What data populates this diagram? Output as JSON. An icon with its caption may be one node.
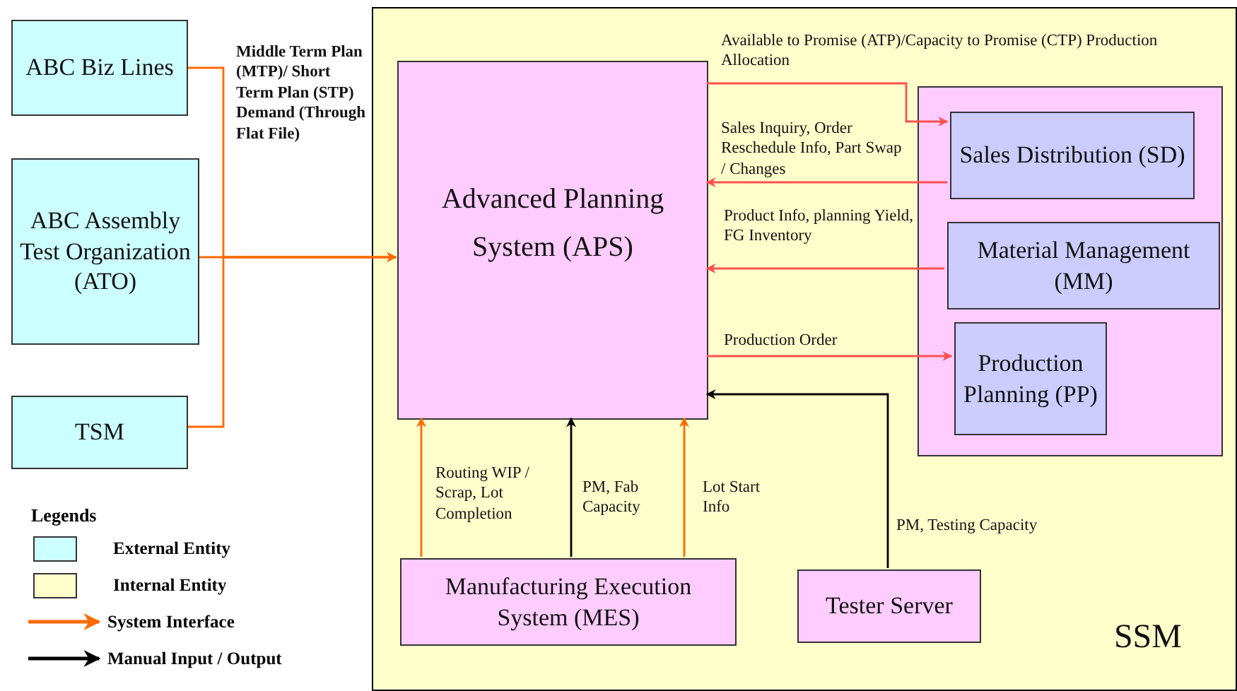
{
  "diagram": {
    "nodes": [
      {
        "text": [
          "ABC Biz Lines"
        ]
      },
      {
        "text": [
          "ABC Assembly Test Organization (ATO)"
        ]
      },
      {
        "text": [
          "TSM"
        ]
      },
      {
        "text": [
          "SSM"
        ]
      },
      {
        "text": [
          "Advanced Planning System (APS)"
        ],
        "in": 3
      },
      {
        "text": [],
        "shape": "box",
        "in": 3
      },
      {
        "text": [
          "Sales Distribution (SD)"
        ],
        "in": 5
      },
      {
        "text": [
          "Material Management (MM)"
        ],
        "in": 5
      },
      {
        "text": [
          "Production Planning (PP)"
        ],
        "in": 5
      },
      {
        "text": [
          "Manufacturing Execution System (MES)"
        ],
        "in": 3
      },
      {
        "text": [
          "Tester Server"
        ],
        "in": 3
      }
    ],
    "edges": [
      {
        "from": 0,
        "to": 4,
        "arrow": "to",
        "label": "Middle Term Plan (MTP)/ Short Term Plan (STP) Demand (Through Flat File)"
      },
      {
        "from": 1,
        "to": 4,
        "arrow": "to"
      },
      {
        "from": 2,
        "to": 4,
        "arrow": "to"
      },
      {
        "from": 4,
        "to": 6,
        "arrow": "to",
        "color": "#ff5050",
        "label": "Available to Promise (ATP)/Capacity to Promise (CTP) Production Allocation"
      },
      {
        "from": 6,
        "to": 4,
        "arrow": "to",
        "color": "#ff5050",
        "label": "Sales Inquiry, Order Reschedule Info, Part Swap / Changes"
      },
      {
        "from": 7,
        "to": 4,
        "arrow": "to",
        "color": "#ff5050",
        "label": "Product Info, planning Yield, FG Inventory"
      },
      {
        "from": 4,
        "to": 8,
        "arrow": "to",
        "color": "#ff5050",
        "label": "Production Order"
      },
      {
        "from": 9,
        "to": 4,
        "arrow": "to",
        "label": "Routing WIP / Scrap, Lot Completion"
      },
      {
        "from": 9,
        "to": 4,
        "arrow": "to",
        "color": "#000000",
        "label": "PM, Fab Capacity"
      },
      {
        "from": 9,
        "to": 4,
        "arrow": "to",
        "label": "Lot Start Info"
      },
      {
        "from": 10,
        "to": 4,
        "arrow": "to",
        "color": "#000000",
        "label": "PM, Testing Capacity"
      }
    ],
    "labels": [
      "Legends"
    ],
    "legend": [
      {
        "text": "External Entity",
        "color": "#ccffff"
      },
      {
        "text": "Internal Entity",
        "color": "#ffffcc"
      },
      {
        "text": "System Interface"
      },
      {
        "text": "Manual Input / Output"
      }
    ]
  }
}
